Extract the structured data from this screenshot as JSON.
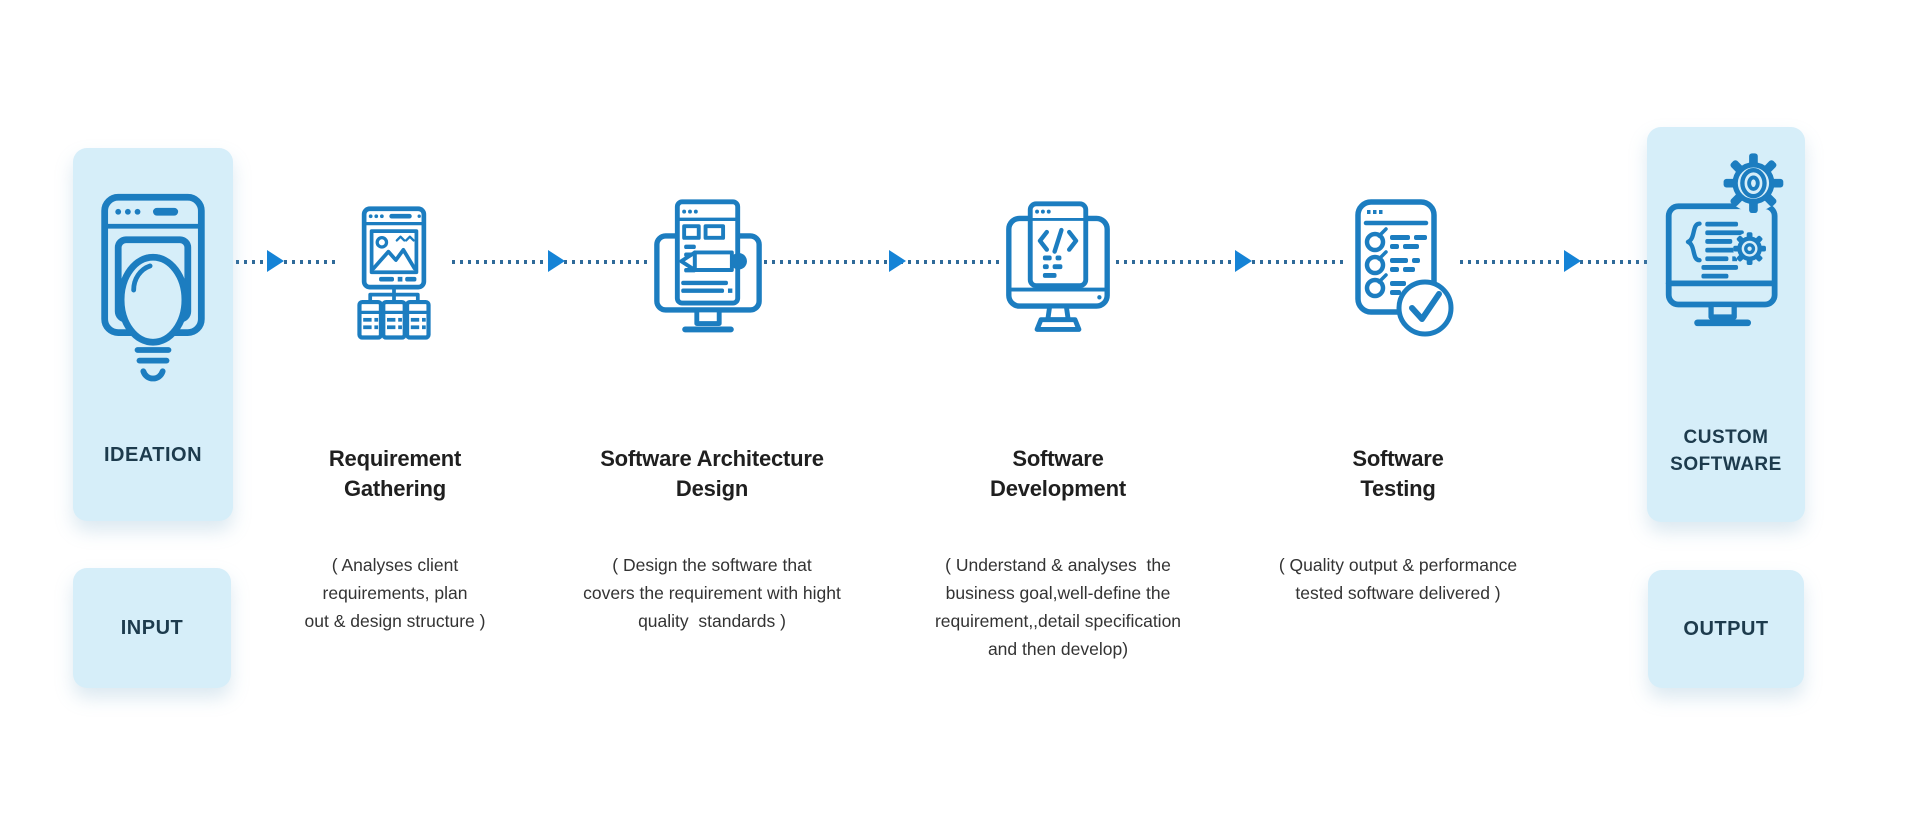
{
  "diagram": {
    "type": "process-flow",
    "connector": {
      "style": "dotted",
      "arrow_count": 5,
      "direction": "left-to-right"
    }
  },
  "colors": {
    "card_background": "#d6eef9",
    "icon_stroke": "#1c7dc0",
    "arrow": "#1583d6",
    "dotted_line": "#2f6a99",
    "endpoint_text": "#1d3b4d",
    "title_text": "#1f1f1f",
    "description_text": "#333333",
    "page_background": "#ffffff"
  },
  "endpoints": {
    "ideation": {
      "label": "IDEATION",
      "icon": "lightbulb-browser-icon"
    },
    "input": {
      "label": "INPUT"
    },
    "custom_software": {
      "label": "CUSTOM\nSOFTWARE",
      "icon": "gears-code-monitor-icon"
    },
    "output": {
      "label": "OUTPUT"
    }
  },
  "stages": [
    {
      "title": "Requirement\nGathering",
      "description": "( Analyses client\nrequirements, plan\nout & design structure )",
      "icon": "sitemap-browser-icon"
    },
    {
      "title": "Software Architecture\nDesign",
      "description": "( Design the software that\ncovers the requirement with hight\nquality  standards )",
      "icon": "document-pencil-monitor-icon"
    },
    {
      "title": "Software\nDevelopment",
      "description": "( Understand & analyses  the\nbusiness goal,well-define the\nrequirement,,detail specification\nand then develop)",
      "icon": "code-monitor-icon"
    },
    {
      "title": "Software\nTesting",
      "description": "( Quality output & performance\ntested software delivered )",
      "icon": "checklist-checkmark-icon"
    }
  ]
}
